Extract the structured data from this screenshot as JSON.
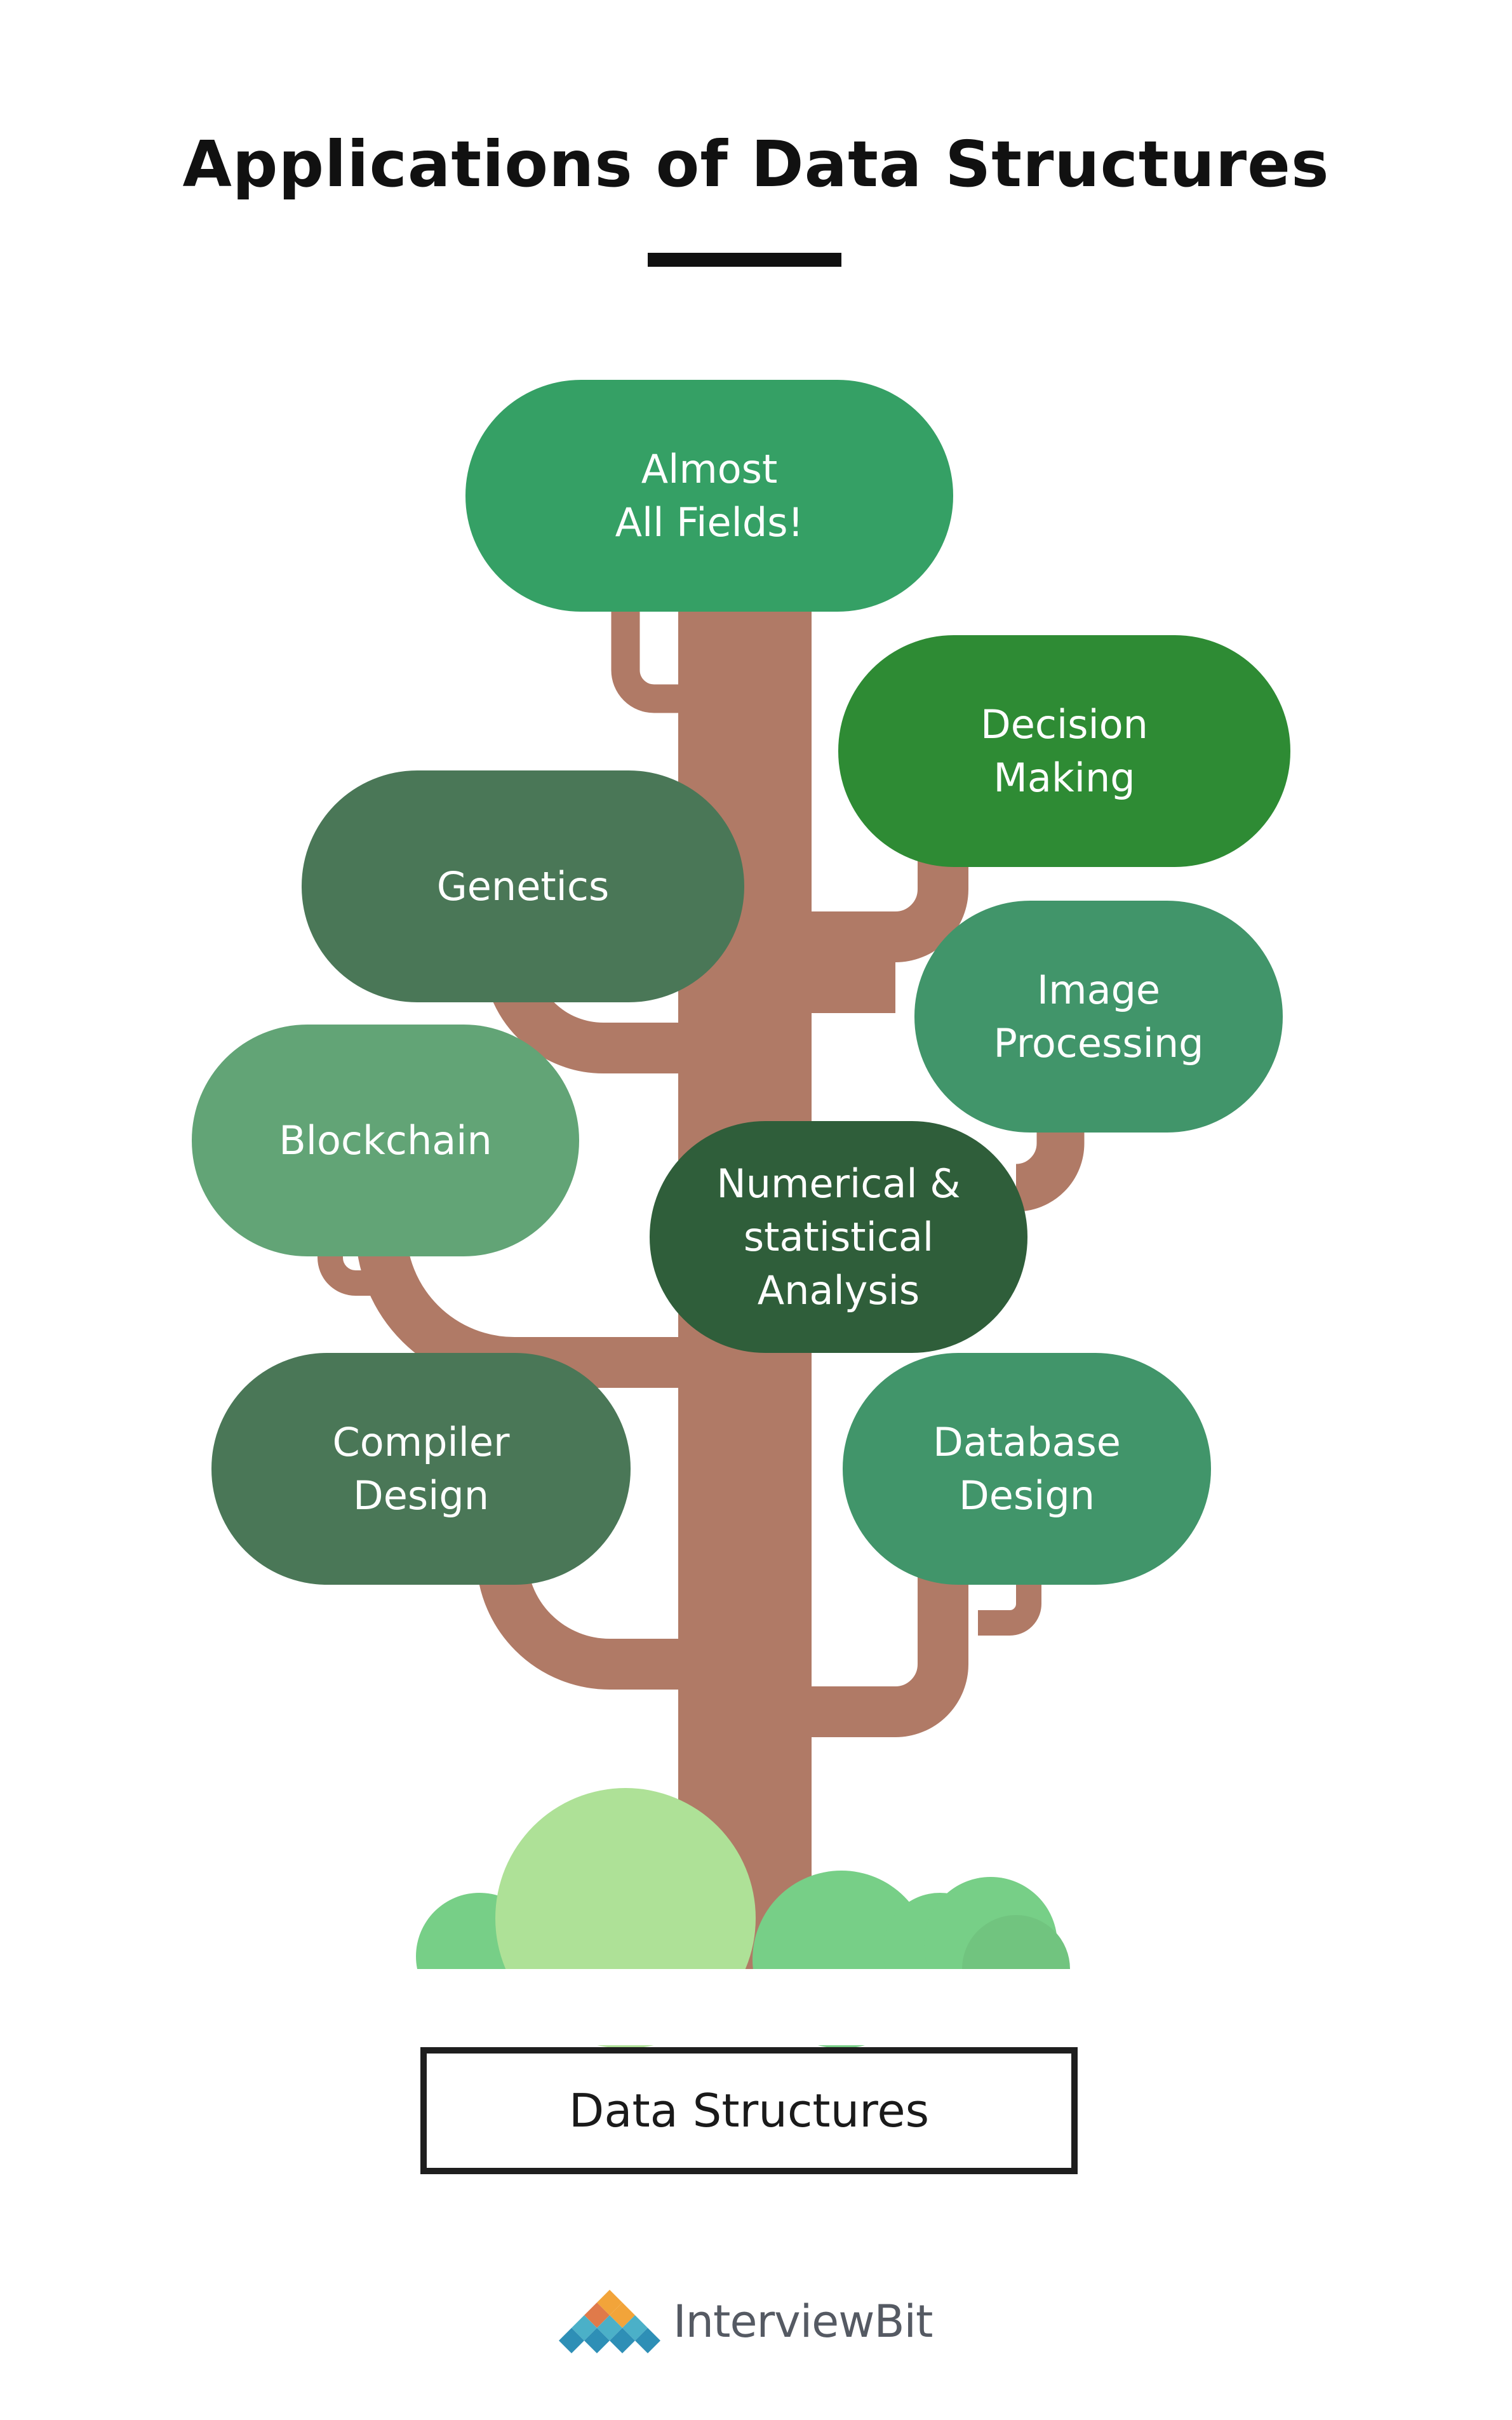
{
  "title": "Applications of Data Structures",
  "root": "Data Structures",
  "nodes": {
    "almost_all_fields": "Almost\nAll Fields!",
    "decision_making": "Decision\nMaking",
    "genetics": "Genetics",
    "image_processing": "Image\nProcessing",
    "blockchain": "Blockchain",
    "numerical_analysis": "Numerical &\nstatistical\nAnalysis",
    "compiler_design": "Compiler\nDesign",
    "database_design": "Database\nDesign"
  },
  "logo": {
    "text": "InterviewBit"
  },
  "colors": {
    "trunk": "#b07a66",
    "almost_all_fields": "#35a065",
    "decision_making": "#2e8b34",
    "genetics": "#4a7757",
    "image_processing": "#41956a",
    "blockchain": "#62a476",
    "numerical_analysis": "#2f5e3a",
    "compiler_design": "#4a7757",
    "database_design": "#41956a",
    "bush_light": "#aee197",
    "bush_green": "#77cf87"
  }
}
